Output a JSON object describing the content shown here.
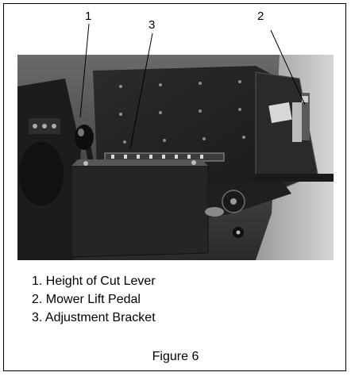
{
  "figure": {
    "callouts": [
      "1",
      "2",
      "3"
    ],
    "legend": [
      "1. Height of Cut Lever",
      "2. Mower Lift Pedal",
      "3. Adjustment Bracket"
    ],
    "caption": "Figure 6"
  },
  "colors": {
    "photo_dark": "#1e1e1e",
    "photo_mid": "#4a4a4a",
    "photo_light": "#a8a8a8"
  }
}
